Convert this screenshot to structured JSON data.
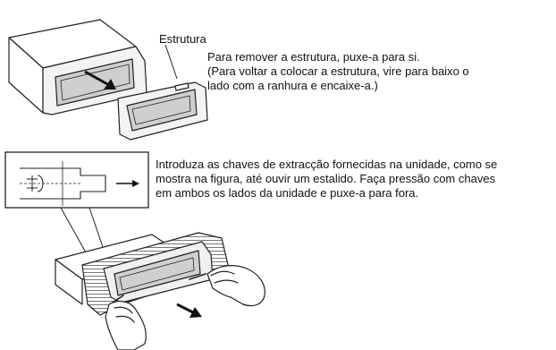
{
  "labels": {
    "estrutura": "Estrutura"
  },
  "instructions": {
    "remove_frame": [
      "Para remover a estrutura, puxe-a para si.",
      "(Para voltar a colocar a estrutura, vire para baixo o",
      "lado com a ranhura e encaixe-a.)"
    ],
    "extraction_keys": [
      "Introduza as chaves de extracção fornecidas na unidade, como se",
      "mostra na figura, até ouvir um estalido. Faça pressão com chaves",
      "em ambos os lados da unidade e puxe-a para fora."
    ]
  }
}
